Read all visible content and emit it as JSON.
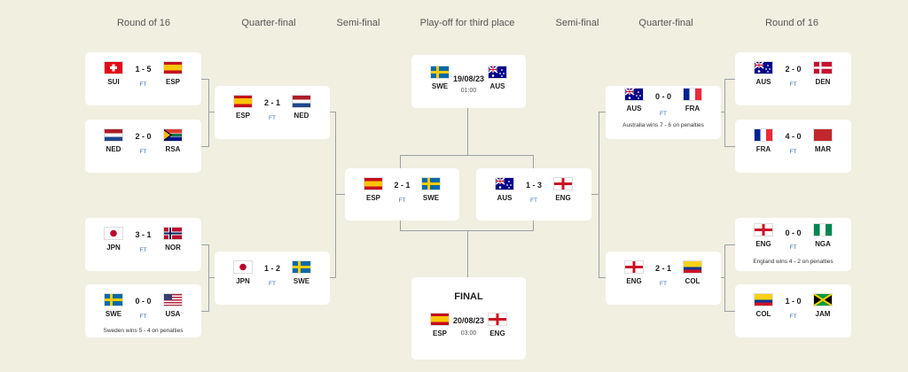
{
  "headers": [
    "Round of 16",
    "Quarter-final",
    "Semi-final",
    "Play-off for third place",
    "Semi-final",
    "Quarter-final",
    "Round of 16"
  ],
  "ft_label": "FT",
  "matches": {
    "r16_l1": {
      "home": "SUI",
      "away": "ESP",
      "score": "1 - 5"
    },
    "r16_l2": {
      "home": "NED",
      "away": "RSA",
      "score": "2 - 0"
    },
    "r16_l3": {
      "home": "JPN",
      "away": "NOR",
      "score": "3 - 1"
    },
    "r16_l4": {
      "home": "SWE",
      "away": "USA",
      "score": "0 - 0",
      "note": "Sweden wins 5 - 4  on penalties"
    },
    "qf_l1": {
      "home": "ESP",
      "away": "NED",
      "score": "2 - 1"
    },
    "qf_l2": {
      "home": "JPN",
      "away": "SWE",
      "score": "1 - 2"
    },
    "sf_l": {
      "home": "ESP",
      "away": "SWE",
      "score": "2 - 1"
    },
    "sf_r": {
      "home": "AUS",
      "away": "ENG",
      "score": "1 - 3"
    },
    "third": {
      "home": "SWE",
      "away": "AUS",
      "date": "19/08/23",
      "time": "01:00"
    },
    "final": {
      "title": "FINAL",
      "home": "ESP",
      "away": "ENG",
      "date": "20/08/23",
      "time": "03:00"
    },
    "qf_r1": {
      "home": "AUS",
      "away": "FRA",
      "score": "0 - 0",
      "note": "Australia wins 7 - 6  on penalties"
    },
    "qf_r2": {
      "home": "ENG",
      "away": "COL",
      "score": "2 - 1"
    },
    "r16_r1": {
      "home": "AUS",
      "away": "DEN",
      "score": "2 - 0"
    },
    "r16_r2": {
      "home": "FRA",
      "away": "MAR",
      "score": "4 - 0"
    },
    "r16_r3": {
      "home": "ENG",
      "away": "NGA",
      "score": "0 - 0",
      "note": "England wins 4 - 2  on penalties"
    },
    "r16_r4": {
      "home": "COL",
      "away": "JAM",
      "score": "1 - 0"
    }
  },
  "flag_icons": {
    "SUI": "flag-switzerland-icon",
    "ESP": "flag-spain-icon",
    "NED": "flag-netherlands-icon",
    "RSA": "flag-south-africa-icon",
    "JPN": "flag-japan-icon",
    "NOR": "flag-norway-icon",
    "SWE": "flag-sweden-icon",
    "USA": "flag-usa-icon",
    "AUS": "flag-australia-icon",
    "ENG": "flag-england-icon",
    "FRA": "flag-france-icon",
    "COL": "flag-colombia-icon",
    "DEN": "flag-denmark-icon",
    "MAR": "flag-morocco-icon",
    "NGA": "flag-nigeria-icon",
    "JAM": "flag-jamaica-icon"
  },
  "colors": {
    "background": "#f0efe0",
    "card": "#ffffff",
    "ft": "#3a72b8",
    "connector": "#9aa0a8"
  }
}
